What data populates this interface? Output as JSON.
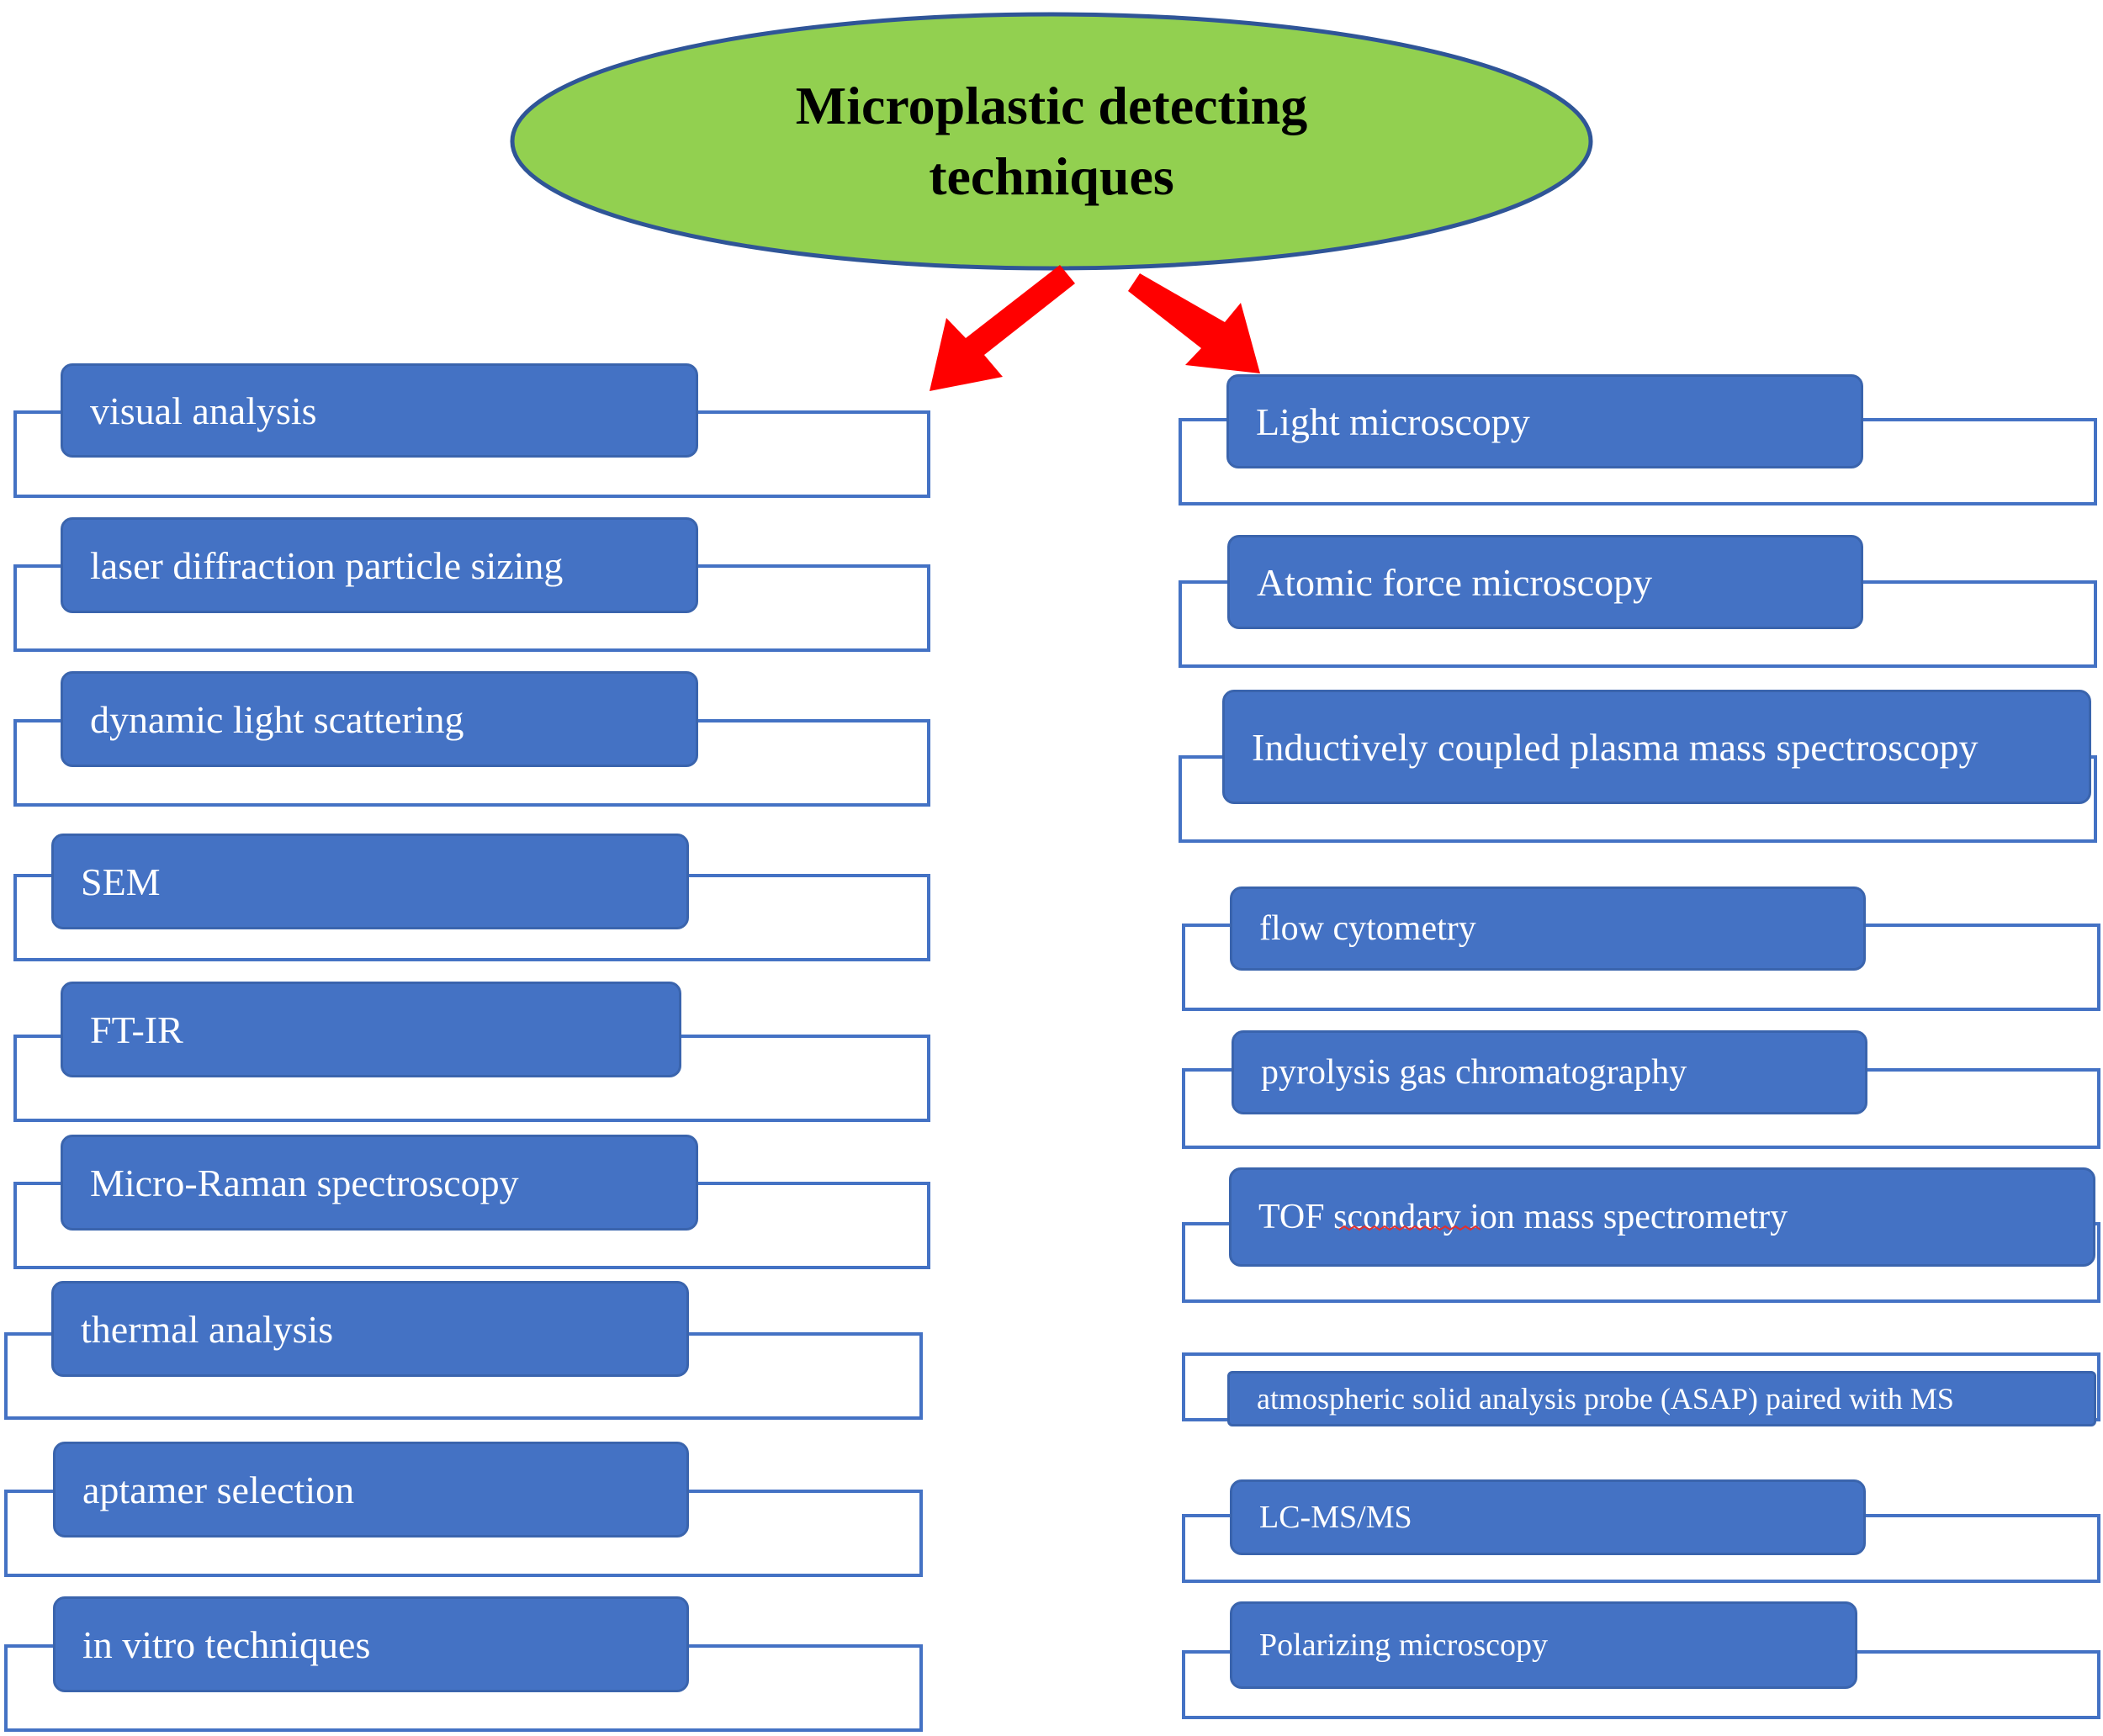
{
  "title": {
    "line1": "Microplastic detecting",
    "line2": "techniques",
    "fill_color": "#92D050",
    "stroke_color": "#2F5597"
  },
  "colors": {
    "box_fill": "#4472C4",
    "box_text": "#FFFFFF",
    "outline": "#4472C4",
    "arrow": "#FF0000"
  },
  "left_items": [
    {
      "label": "visual analysis"
    },
    {
      "label": "laser diffraction particle sizing"
    },
    {
      "label": "dynamic light scattering"
    },
    {
      "label": "SEM"
    },
    {
      "label": "FT-IR"
    },
    {
      "label": "Micro-Raman spectroscopy"
    },
    {
      "label": "thermal analysis"
    },
    {
      "label": "aptamer selection"
    },
    {
      "label": "in vitro techniques"
    }
  ],
  "right_items": [
    {
      "label": "Light microscopy"
    },
    {
      "label": "Atomic force microscopy"
    },
    {
      "label": "Inductively coupled plasma mass spectroscopy"
    },
    {
      "label": "flow cytometry"
    },
    {
      "label": "pyrolysis gas chromatography"
    },
    {
      "label": "TOF scondary ion mass spectrometry"
    },
    {
      "label": "atmospheric solid analysis probe (ASAP) paired with MS"
    },
    {
      "label": "LC-MS/MS"
    },
    {
      "label": "Polarizing microscopy"
    }
  ]
}
